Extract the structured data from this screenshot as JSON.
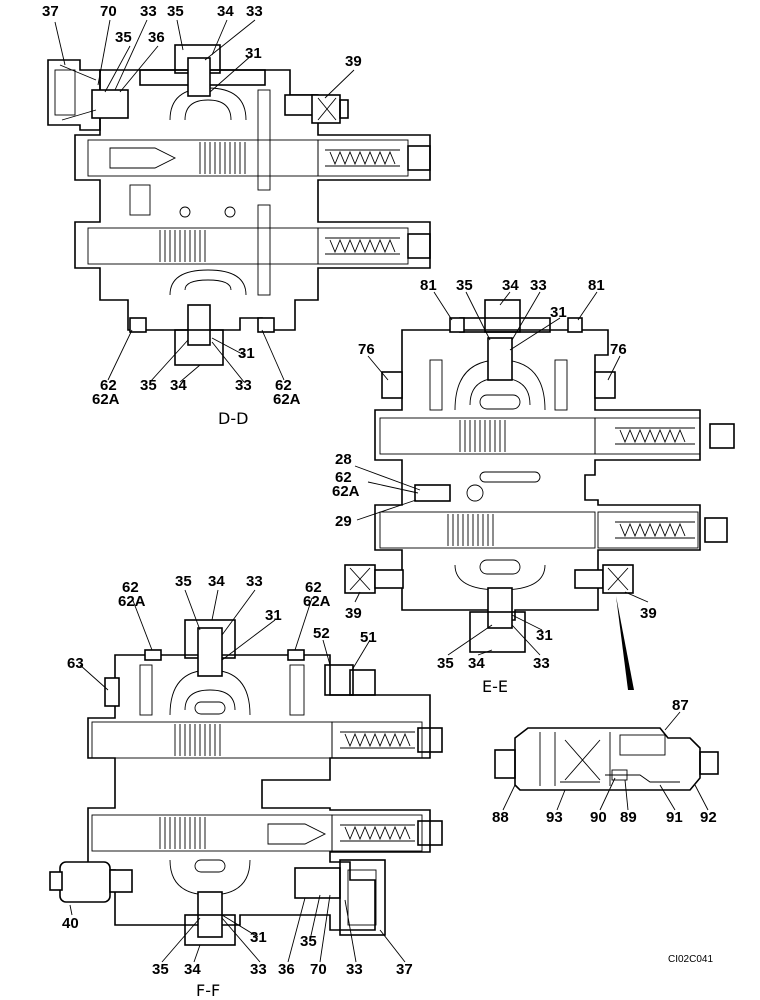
{
  "diagram": {
    "sections": {
      "dd": "D-D",
      "ee": "E-E",
      "ff": "F-F"
    },
    "figure_code": "CI02C041",
    "labels": {
      "dd": [
        "37",
        "70",
        "33",
        "35",
        "34",
        "33",
        "35",
        "36",
        "31",
        "39",
        "31",
        "62",
        "62A",
        "35",
        "34",
        "33",
        "62",
        "62A"
      ],
      "ee": [
        "81",
        "35",
        "34",
        "33",
        "81",
        "31",
        "76",
        "76",
        "28",
        "62",
        "62A",
        "29",
        "39",
        "39",
        "31",
        "35",
        "34",
        "33"
      ],
      "ff": [
        "62",
        "62A",
        "35",
        "34",
        "33",
        "62",
        "62A",
        "31",
        "52",
        "51",
        "63",
        "40",
        "31",
        "35",
        "34",
        "33",
        "36",
        "35",
        "70",
        "33",
        "37"
      ],
      "detail": [
        "87",
        "88",
        "93",
        "90",
        "89",
        "91",
        "92"
      ]
    }
  }
}
